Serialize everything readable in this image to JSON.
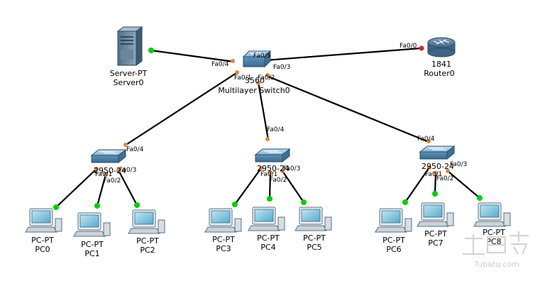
{
  "nodes": {
    "server0": {
      "model": "Server-PT",
      "name": "Server0"
    },
    "router0": {
      "model": "1841",
      "name": "Router0"
    },
    "mls0": {
      "model": "3560",
      "name": "Multilayer Switch0"
    },
    "sw0": {
      "model": "2950-24"
    },
    "sw1": {
      "model": "2950-24"
    },
    "sw2": {
      "model": "2950-24"
    },
    "pc0": {
      "model": "PC-PT",
      "name": "PC0"
    },
    "pc1": {
      "model": "PC-PT",
      "name": "PC1"
    },
    "pc2": {
      "model": "PC-PT",
      "name": "PC2"
    },
    "pc3": {
      "model": "PC-PT",
      "name": "PC3"
    },
    "pc4": {
      "model": "PC-PT",
      "name": "PC4"
    },
    "pc5": {
      "model": "PC-PT",
      "name": "PC5"
    },
    "pc6": {
      "model": "PC-PT",
      "name": "PC6"
    },
    "pc7": {
      "model": "PC-PT",
      "name": "PC7"
    },
    "pc8": {
      "model": "PC-PT",
      "name": "PC8"
    }
  },
  "ports": {
    "mls_fa04": "Fa0/4",
    "mls_fa05": "Fa0/5",
    "mls_fa03": "Fa0/3",
    "mls_fa01": "Fa0/1",
    "mls_fa02": "Fa0/2",
    "router_fa00": "Fa0/0",
    "sw0_fa04": "Fa0/4",
    "sw0_fa01": "Fa0/1",
    "sw0_fa02": "Fa0/2",
    "sw0_fa03": "Fa0/3",
    "sw1_fa04": "Fa0/4",
    "sw1_fa01": "Fa0/1",
    "sw1_fa02": "Fa0/2",
    "sw1_fa03": "Fa0/3",
    "sw2_fa04": "Fa0/4",
    "sw2_fa01": "Fa0/1",
    "sw2_fa02": "Fa0/2",
    "sw2_fa03": "Fa0/3"
  },
  "watermark": {
    "text": "Tubatu.com"
  },
  "colors": {
    "link": "#000000",
    "link_up": "#00d000",
    "link_pending": "#e8843c",
    "link_down": "#e02020",
    "device_blue": "#5b8fb2"
  }
}
